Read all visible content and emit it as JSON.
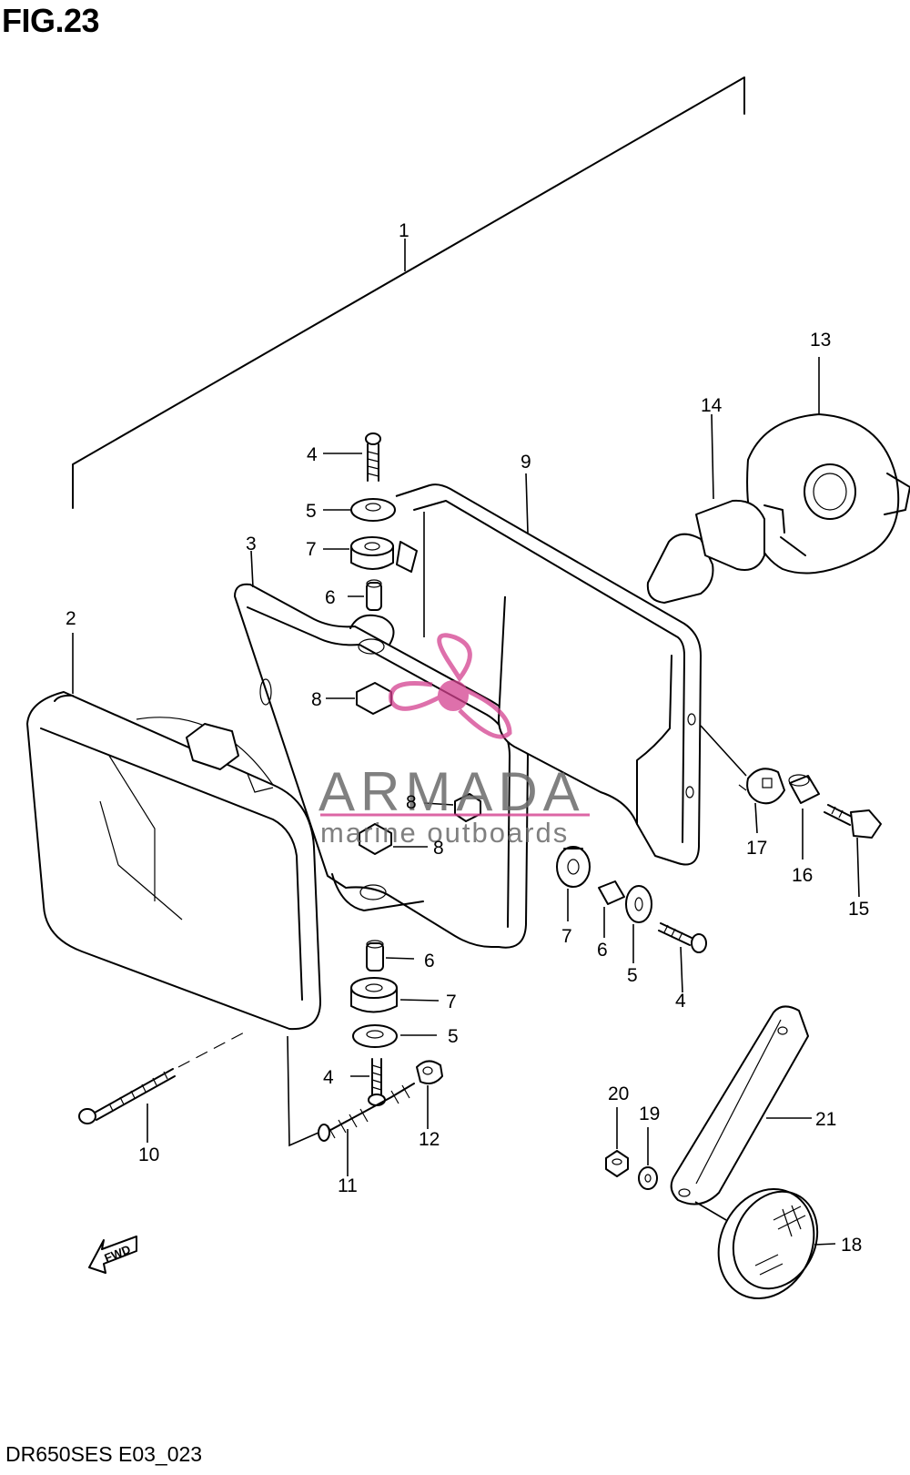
{
  "figure_title": "FIG.23",
  "footer_code": "DR650SES E03_023",
  "watermark": {
    "brand": "ARMADA",
    "tagline": "marine outboards",
    "brand_color": "#d4418f",
    "text_color": "#6b6b6b"
  },
  "fwd_label": "FWD",
  "callouts": [
    {
      "id": "c1",
      "label": "1"
    },
    {
      "id": "c2",
      "label": "2"
    },
    {
      "id": "c3",
      "label": "3"
    },
    {
      "id": "c4a",
      "label": "4"
    },
    {
      "id": "c4b",
      "label": "4"
    },
    {
      "id": "c4c",
      "label": "4"
    },
    {
      "id": "c5a",
      "label": "5"
    },
    {
      "id": "c5b",
      "label": "5"
    },
    {
      "id": "c5c",
      "label": "5"
    },
    {
      "id": "c6a",
      "label": "6"
    },
    {
      "id": "c6b",
      "label": "6"
    },
    {
      "id": "c6c",
      "label": "6"
    },
    {
      "id": "c7a",
      "label": "7"
    },
    {
      "id": "c7b",
      "label": "7"
    },
    {
      "id": "c7c",
      "label": "7"
    },
    {
      "id": "c8a",
      "label": "8"
    },
    {
      "id": "c8b",
      "label": "8"
    },
    {
      "id": "c8c",
      "label": "8"
    },
    {
      "id": "c9",
      "label": "9"
    },
    {
      "id": "c10",
      "label": "10"
    },
    {
      "id": "c11",
      "label": "11"
    },
    {
      "id": "c12",
      "label": "12"
    },
    {
      "id": "c13",
      "label": "13"
    },
    {
      "id": "c14",
      "label": "14"
    },
    {
      "id": "c15",
      "label": "15"
    },
    {
      "id": "c16",
      "label": "16"
    },
    {
      "id": "c17",
      "label": "17"
    },
    {
      "id": "c18",
      "label": "18"
    },
    {
      "id": "c19",
      "label": "19"
    },
    {
      "id": "c20",
      "label": "20"
    },
    {
      "id": "c21",
      "label": "21"
    }
  ]
}
